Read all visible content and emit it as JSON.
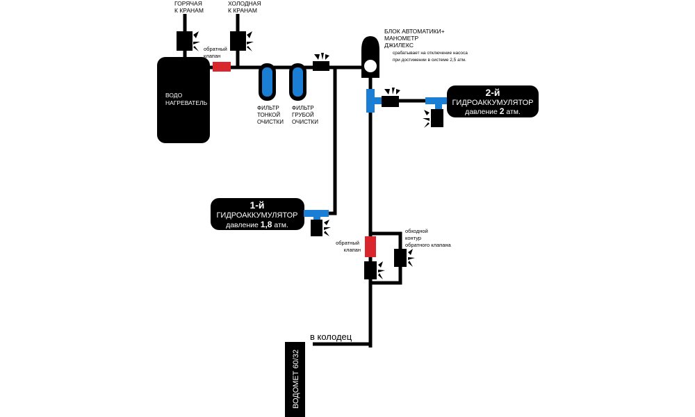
{
  "colors": {
    "pipe": "#000000",
    "fitting_blue": "#1a7fd4",
    "check_valve_red": "#d9262c",
    "filter_blue": "#1a7fd4",
    "background": "#ffffff"
  },
  "labels": {
    "hot_to_taps": [
      "ГОРЯЧАЯ",
      "К КРАНАМ"
    ],
    "cold_to_taps": [
      "ХОЛОДНАЯ",
      "К КРАНАМ"
    ],
    "check_valve_top": [
      "обратный",
      "клапан"
    ],
    "water_heater": [
      "ВОДО",
      "НАГРЕВАТЕЛЬ"
    ],
    "filter_fine": [
      "ФИЛЬТР",
      "ТОНКОЙ",
      "ОЧИСТКИ"
    ],
    "filter_coarse": [
      "ФИЛЬТР",
      "ГРУБОЙ",
      "ОЧИСТКИ"
    ],
    "automation_unit": [
      "БЛОК АВТОМАТИКИ+",
      "МАНОМЕТР",
      "ДЖИЛЕКС"
    ],
    "automation_note": [
      "срабатывает на отключение насоса",
      "при достижении в системе 2,5 атм."
    ],
    "accumulator_2": {
      "number": "2-й",
      "name": "ГИДРОАККУМУЛЯТОР",
      "pressure_prefix": "давление",
      "pressure_value": "2",
      "pressure_unit": "атм."
    },
    "accumulator_1": {
      "number": "1-й",
      "name": "ГИДРОАККУМУЛЯТОР",
      "pressure_prefix": "давление",
      "pressure_value": "1,8",
      "pressure_unit": "атм."
    },
    "check_valve_bottom": [
      "обратный",
      "клапан"
    ],
    "bypass": [
      "обходной",
      "контур",
      "обратного клапана"
    ],
    "to_well": "в колодец",
    "pump": "ВОДОМЕТ 60/32"
  }
}
